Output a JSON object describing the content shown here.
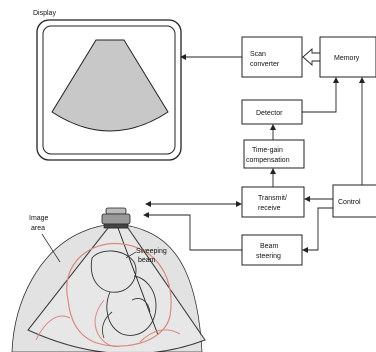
{
  "display_label": "Display",
  "blocks": {
    "scan_converter": [
      "Scan",
      "converter"
    ],
    "memory": "Memory",
    "detector": "Detector",
    "tgc": [
      "Time-gain",
      "compensation"
    ],
    "transmit_receive": [
      "Transmit/",
      "receive"
    ],
    "control": "Control",
    "beam_steering": [
      "Beam",
      "steering"
    ]
  },
  "annotations": {
    "image_area": [
      "Image",
      "area"
    ],
    "sweeping_beam": [
      "Sweeping",
      "beam"
    ]
  },
  "colors": {
    "stroke": "#222222",
    "sector_fill": "#c8c8c8",
    "body_fill": "#e2e2e2",
    "anatomy": "#d98a80",
    "beam_fill": "#e6e6e6"
  }
}
